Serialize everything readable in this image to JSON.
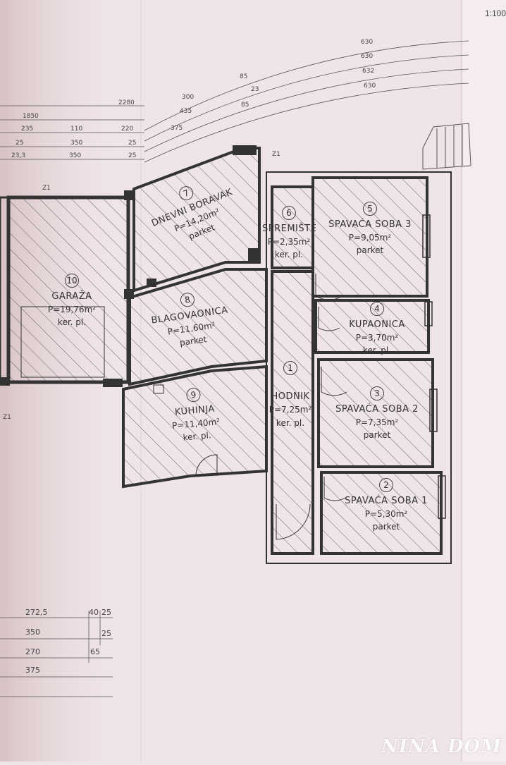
{
  "rooms": [
    {
      "num": "1",
      "name": "HODNIK",
      "area": "P=7,25m²",
      "floor": "ker. pl."
    },
    {
      "num": "2",
      "name": "SPAVAĆA SOBA 1",
      "area": "P=5,30m²",
      "floor": "parket"
    },
    {
      "num": "3",
      "name": "SPAVAĆA SOBA 2",
      "area": "P=7,35m²",
      "floor": "parket"
    },
    {
      "num": "4",
      "name": "KUPAONICA",
      "area": "P=3,70m²",
      "floor": "ker. pl."
    },
    {
      "num": "5",
      "name": "SPAVAĆA SOBA 3",
      "area": "P=9,05m²",
      "floor": "parket"
    },
    {
      "num": "6",
      "name": "SPREMIŠTE",
      "area": "P=2,35m²",
      "floor": "ker. pl."
    },
    {
      "num": "7",
      "name": "DNEVNI BORAVAK",
      "area": "P=14,20m²",
      "floor": "parket"
    },
    {
      "num": "8",
      "name": "BLAGOVAONICA",
      "area": "P=11,60m²",
      "floor": "parket"
    },
    {
      "num": "9",
      "name": "KUHINJA",
      "area": "P=11,40m²",
      "floor": "ker. pl."
    },
    {
      "num": "10",
      "name": "GARAŽA",
      "area": "P=19,76m²",
      "floor": "ker. pl."
    }
  ],
  "dimensions_top": [
    "630",
    "630",
    "632",
    "630",
    "85",
    "23",
    "85",
    "300",
    "435",
    "375",
    "2280",
    "1850",
    "235",
    "110",
    "220",
    "25",
    "350",
    "25",
    "23,3",
    "350",
    "25"
  ],
  "dimensions_bottom": [
    "272,5",
    "40",
    "25",
    "350",
    "25",
    "270",
    "65",
    "375"
  ],
  "markers": {
    "z1": "Z1"
  },
  "scale_fragment": "1:100",
  "watermark": "NINA DOM",
  "colors": {
    "paper": "#efe4e6",
    "ink": "#333333",
    "hatch": "#555555"
  }
}
